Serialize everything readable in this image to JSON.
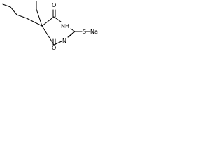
{
  "molecule": {
    "atoms": {
      "o_top": "O",
      "nh": "NH",
      "s": "S",
      "na": "Na",
      "n_ring": "N",
      "o_bottom": "O"
    }
  },
  "colors": {
    "bond": "#000000",
    "text": "#000000",
    "background": "#ffffff"
  }
}
